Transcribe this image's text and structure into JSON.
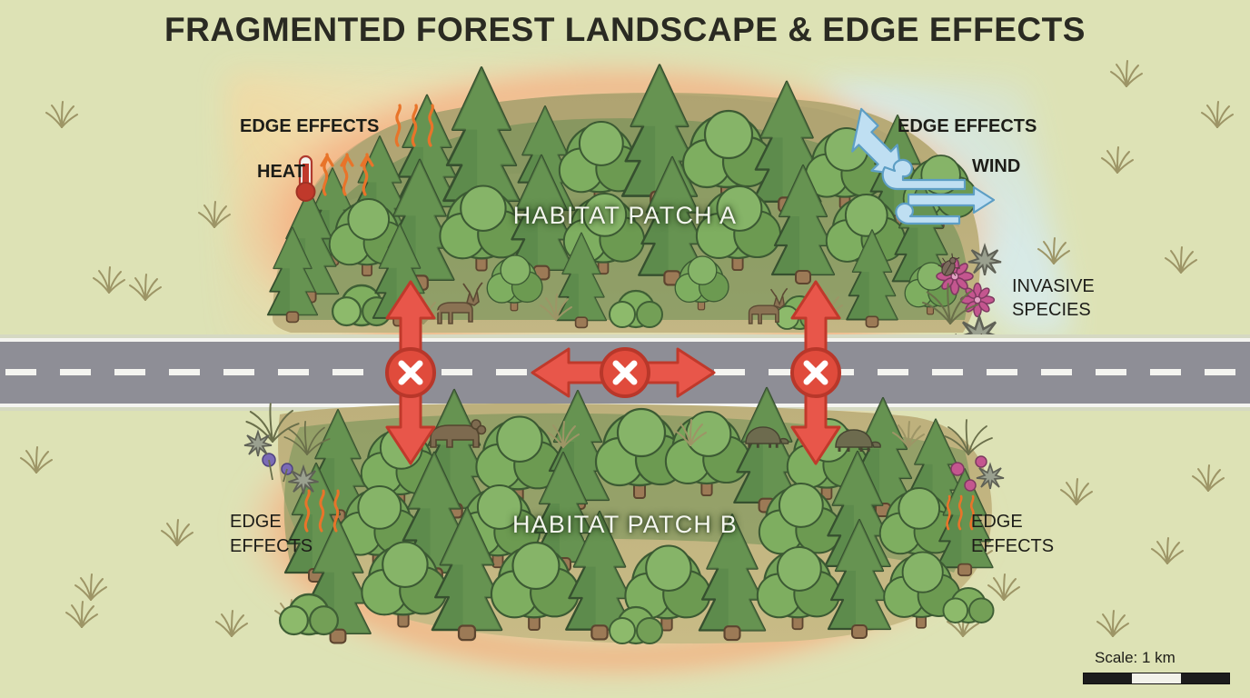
{
  "title": "FRAGMENTED FOREST LANDSCAPE & EDGE EFFECTS",
  "labels": {
    "edge_effects_top_left": "EDGE EFFECTS",
    "edge_effects_top_right": "EDGE EFFECTS",
    "edge_effects_bottom_left": "EDGE\nEFFECTS",
    "edge_effects_bottom_right": "EDGE\nEFFECTS",
    "heat": "HEAT",
    "wind": "WIND",
    "invasive_species": "INVASIVE\nSPECIES",
    "habitat_patch_a": "HABITAT PATCH A",
    "habitat_patch_b": "HABITAT PATCH B"
  },
  "scale": {
    "text": "Scale: 1 km"
  },
  "colors": {
    "background": "#dde2b5",
    "road": "#8e8e96",
    "road_line": "#f4f4f0",
    "barrier_red": "#e04b3c",
    "barrier_red_dark": "#c0392b",
    "heat_orange": "#e8742a",
    "halo_orange": "#f5b183",
    "wind_blue": "#bfdff2",
    "wind_blue_line": "#5d9ec4",
    "canopy_dark": "#4f7f4a",
    "canopy_mid": "#6e9e58",
    "canopy_light": "#8fb765",
    "forest_floor": "#b9ad78",
    "text_dark": "#1d1d18",
    "text_light": "#f4f6ee",
    "thermometer_red": "#c0392b",
    "flower_pink": "#c4568f",
    "flower_purple": "#7b6bb5",
    "animal_brown": "#8a7253",
    "grass_tuft": "#9d9566"
  },
  "features": {
    "road_barriers": 3,
    "heat_squiggle_groups": 3,
    "wind_arrows": 4,
    "patches": [
      {
        "name": "HABITAT PATCH A",
        "position": "north of road"
      },
      {
        "name": "HABITAT PATCH B",
        "position": "south of road"
      }
    ],
    "animals": [
      "deer",
      "deer",
      "bear",
      "tortoise",
      "tortoise"
    ],
    "invasive_markers": [
      "flower",
      "flower",
      "flower",
      "beetle",
      "beetle",
      "beetle"
    ]
  }
}
